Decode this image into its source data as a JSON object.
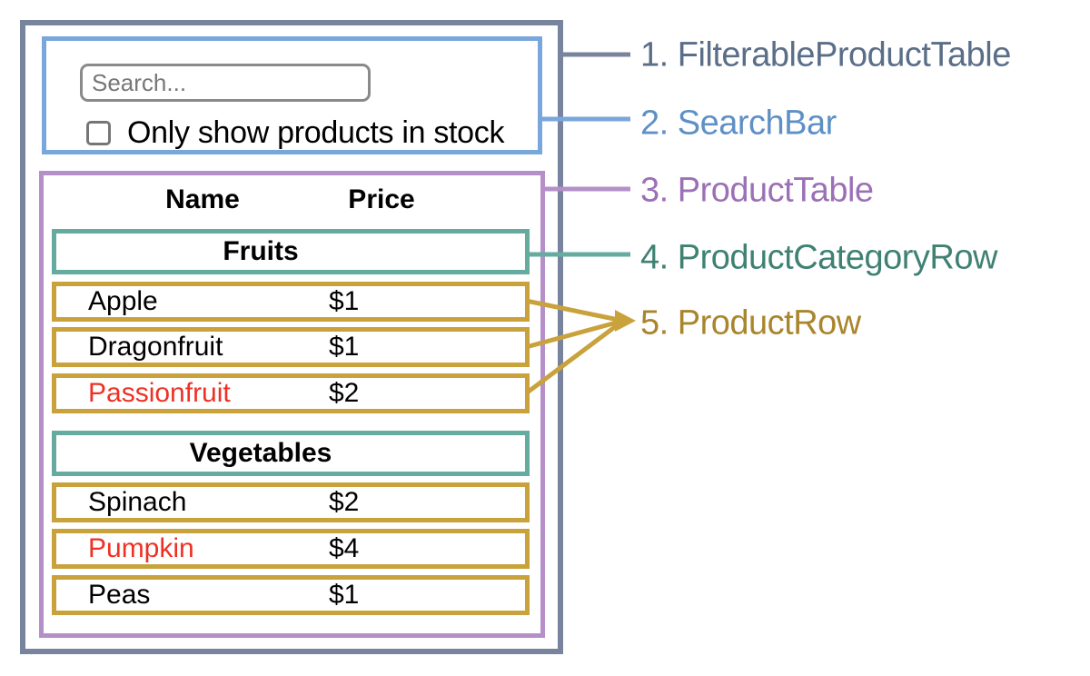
{
  "search": {
    "placeholder": "Search...",
    "checkbox_label": "Only show products in stock",
    "checkbox_checked": false
  },
  "table": {
    "headers": [
      "Name",
      "Price"
    ],
    "sections": [
      {
        "category": "Fruits",
        "rows": [
          {
            "name": "Apple",
            "price": "$1",
            "name_color": "#000000"
          },
          {
            "name": "Dragonfruit",
            "price": "$1",
            "name_color": "#000000"
          },
          {
            "name": "Passionfruit",
            "price": "$2",
            "name_color": "#EE3124"
          }
        ]
      },
      {
        "category": "Vegetables",
        "rows": [
          {
            "name": "Spinach",
            "price": "$2",
            "name_color": "#000000"
          },
          {
            "name": "Pumpkin",
            "price": "$4",
            "name_color": "#EE3124"
          },
          {
            "name": "Peas",
            "price": "$1",
            "name_color": "#000000"
          }
        ]
      }
    ]
  },
  "labels": [
    {
      "text": "1. FilterableProductTable",
      "color": "#5A6E88"
    },
    {
      "text": "2. SearchBar",
      "color": "#5E90C6"
    },
    {
      "text": "3. ProductTable",
      "color": "#9C70B6"
    },
    {
      "text": "4. ProductCategoryRow",
      "color": "#3F8173"
    },
    {
      "text": "5. ProductRow",
      "color": "#A9852C"
    }
  ],
  "colors": {
    "filterable_product_table": "#78849E",
    "search_bar": "#7AA7DB",
    "product_table": "#B590C8",
    "product_category_row": "#65ABA0",
    "product_row": "#C9A23C",
    "out_of_stock_text": "#EE3124",
    "input_border": "#8A8A8A",
    "placeholder_text": "#777777"
  }
}
